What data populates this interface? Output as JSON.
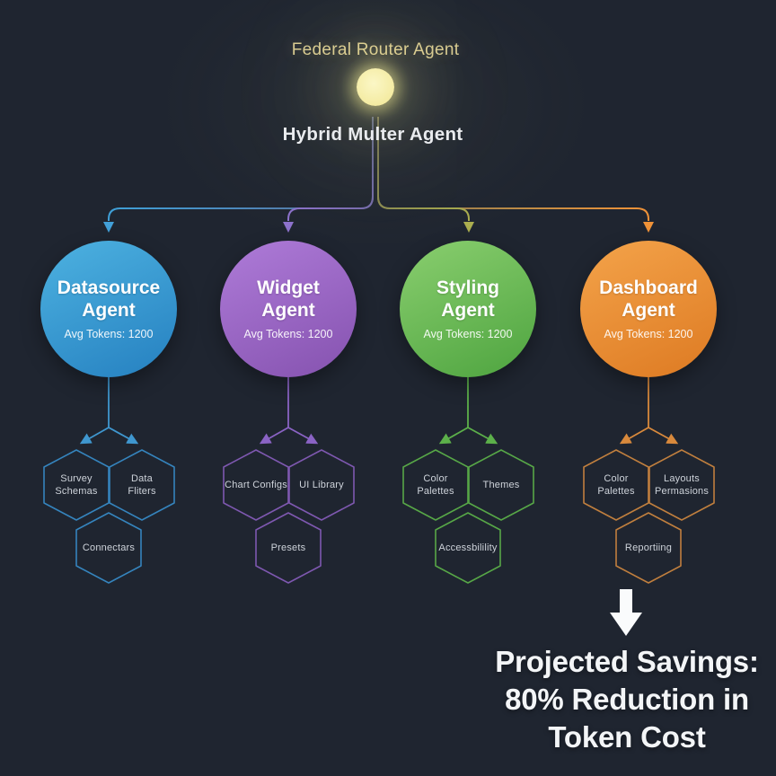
{
  "header": {
    "router_label": "Federal Router Agent",
    "hub_label": "Hybrid Multer Agent"
  },
  "agents": [
    {
      "name": "Datasource Agent",
      "tokens": "Avg Tokens: 1200",
      "color": "#3498d8",
      "hexes": [
        "Survey Schemas",
        "Data Fliters",
        "Connectars"
      ]
    },
    {
      "name": "Widget Agent",
      "tokens": "Avg Tokens: 1200",
      "color": "#9668c6",
      "hexes": [
        "Chart Configs",
        "UI Library",
        "Presets"
      ]
    },
    {
      "name": "Styling Agent",
      "tokens": "Avg Tokens: 1200",
      "color": "#6cbb53",
      "hexes": [
        "Color Palettes",
        "Themes",
        "Accessbilility"
      ]
    },
    {
      "name": "Dashboard Agent",
      "tokens": "Avg Tokens: 1200",
      "color": "#ec9138",
      "hexes": [
        "Color Palettes",
        "Layouts Permasions",
        "Reportiing"
      ]
    }
  ],
  "footer": {
    "line1": "Projected Savings:",
    "line2": "80% Reduction in",
    "line3": "Token Cost"
  }
}
